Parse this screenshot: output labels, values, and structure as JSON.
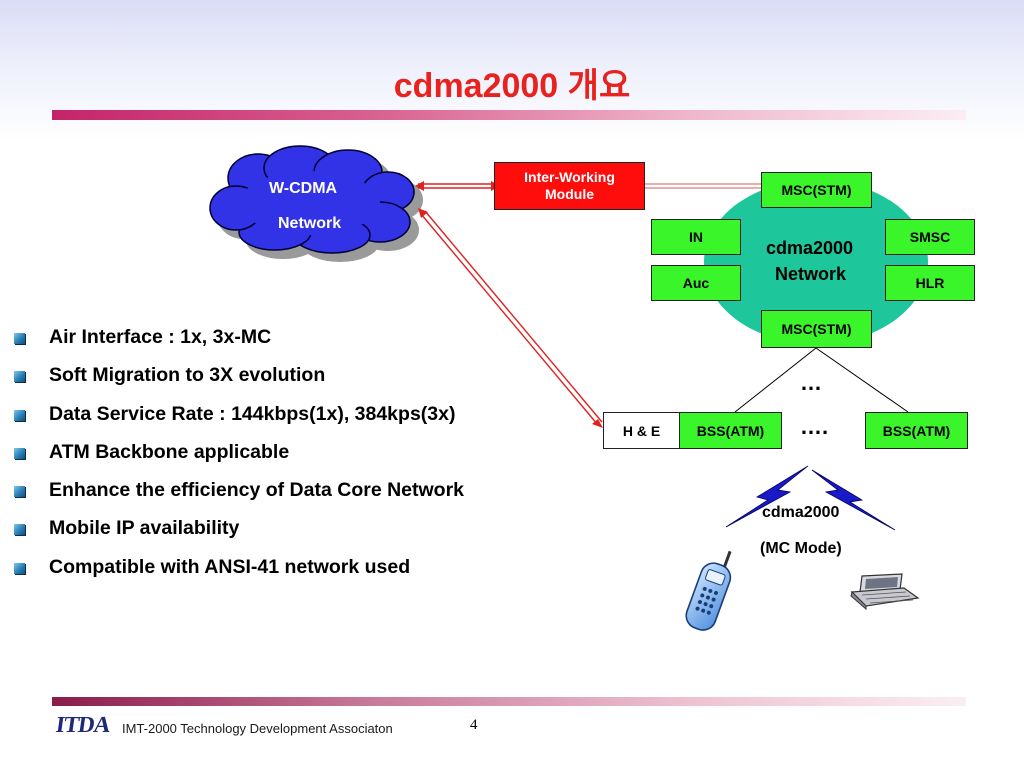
{
  "slide": {
    "title": "cdma2000 개요",
    "bullets": [
      "Air Interface  : 1x, 3x-MC",
      "Soft Migration to 3X evolution",
      "Data Service Rate  : 144kbps(1x), 384kps(3x)",
      "ATM Backbone applicable",
      "Enhance the efficiency of Data Core Network",
      "Mobile IP availability",
      "Compatible with ANSI-41 network used"
    ]
  },
  "diagram": {
    "wcdma_cloud": {
      "line1": "W-CDMA",
      "line2": "Network"
    },
    "iwm": {
      "line1": "Inter-Working",
      "line2": "Module"
    },
    "core": {
      "line1": "cdma2000",
      "line2": "Network"
    },
    "msc_top": "MSC(STM)",
    "msc_bottom": "MSC(STM)",
    "in": "IN",
    "smsc": "SMSC",
    "auc": "Auc",
    "hlr": "HLR",
    "he": "H & E",
    "bss_left": "BSS(ATM)",
    "bss_right": "BSS(ATM)",
    "dots_upper": "…",
    "dots_lower": "….",
    "mc_mode": {
      "line1": "cdma2000",
      "line2": "(MC Mode)"
    }
  },
  "footer": {
    "logo": "ITDA",
    "org": "IMT-2000 Technology Development Associaton",
    "page": "4"
  },
  "colors": {
    "title": "#e8231f",
    "module_green": "#39f52a",
    "iwm_red": "#ff0d0d",
    "core_teal": "#1ec79b",
    "cloud_blue": "#3232e6"
  }
}
